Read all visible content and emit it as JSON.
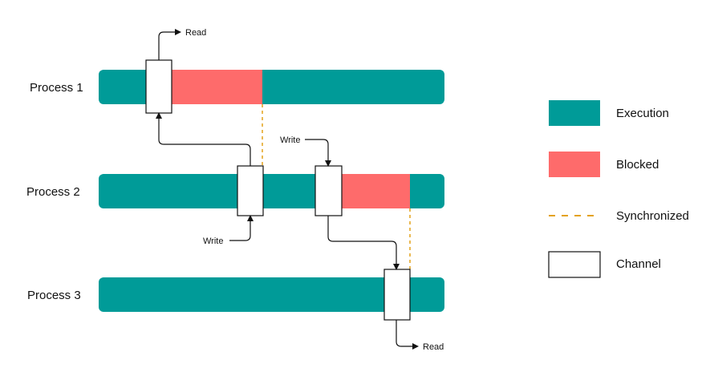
{
  "colors": {
    "execution": "#009b98",
    "blocked": "#fe6b6b",
    "synchronized": "#e3a21a",
    "channel_fill": "#ffffff",
    "channel_stroke": "#111111",
    "arrow": "#111111"
  },
  "processes": [
    {
      "label": "Process 1"
    },
    {
      "label": "Process 2"
    },
    {
      "label": "Process 3"
    }
  ],
  "annotations": {
    "p1_read": "Read",
    "p2_write_top": "Write",
    "p2_write_bottom": "Write",
    "p3_read": "Read"
  },
  "legend": {
    "execution": "Execution",
    "blocked": "Blocked",
    "synchronized": "Synchronized",
    "channel": "Channel"
  }
}
